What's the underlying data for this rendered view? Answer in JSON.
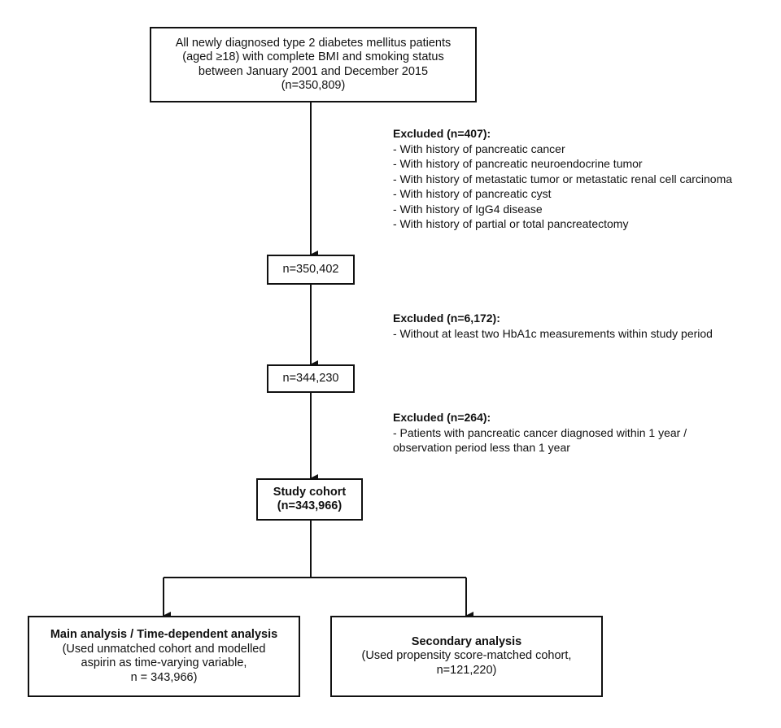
{
  "boxes": {
    "initial": {
      "lines": [
        "All newly diagnosed type 2 diabetes mellitus patients",
        "(aged ≥18) with complete BMI and smoking status",
        "between January 2001 and December 2015",
        "(n=350,809)"
      ]
    },
    "after_first_exclusion": {
      "text": "n=350,402"
    },
    "after_second_exclusion": {
      "text": "n=344,230"
    },
    "study_cohort": {
      "title": "Study cohort",
      "count": "(n=343,966)"
    },
    "main_analysis": {
      "title": "Main analysis / Time-dependent analysis",
      "lines": [
        "(Used unmatched cohort and modelled",
        "aspirin as time-varying variable,",
        "n = 343,966)"
      ]
    },
    "secondary_analysis": {
      "title": "Secondary analysis",
      "lines": [
        "(Used propensity score-matched cohort,",
        "n=121,220)"
      ]
    }
  },
  "exclusions": [
    {
      "title": "Excluded (n=407):",
      "items": [
        "- With history of pancreatic cancer",
        "- With history of pancreatic neuroendocrine tumor",
        "- With history of metastatic tumor or metastatic renal cell carcinoma",
        "- With history of pancreatic cyst",
        "- With history of IgG4 disease",
        "- With history of partial or total pancreatectomy"
      ]
    },
    {
      "title": "Excluded (n=6,172):",
      "items": [
        "- Without at least two HbA1c measurements within study period"
      ]
    },
    {
      "title": "Excluded (n=264):",
      "items": [
        "- Patients with pancreatic cancer diagnosed within 1 year /",
        "observation period less than 1 year"
      ]
    }
  ]
}
